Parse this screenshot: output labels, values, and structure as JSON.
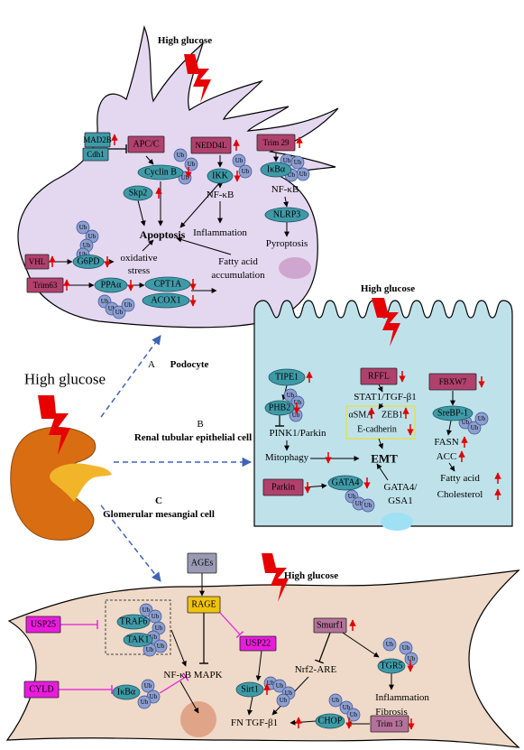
{
  "hg": "High glucose",
  "big_hg": "High glucose",
  "sections": {
    "a": {
      "letter": "A",
      "name": "Podocyte"
    },
    "b": {
      "letter": "B",
      "name": "Renal tubular epithelial cell"
    },
    "c": {
      "letter": "C",
      "name": "Glomerular mesangial cell"
    }
  },
  "ub": "Ub",
  "podocyte": {
    "mad2b": "MAD2B",
    "cdh1": "Cdh1",
    "apcc": "APC/C",
    "cyclinb": "Cyclin B",
    "skp2": "Skp2",
    "nedd4l": "NEDD4L",
    "ikk": "IKK",
    "nfkb": "NF-κB",
    "inflammation": "Inflammation",
    "trim29": "Trim 29",
    "ikba": "IκBα",
    "nfkb2": "NF-κB",
    "nlrp3": "NLRP3",
    "pyroptosis": "Pyroptosis",
    "apoptosis": "Apoptosis",
    "vhl": "VHL",
    "g6pd": "G6PD",
    "oxidative": "oxidative",
    "stress": "stress",
    "fatty": "Fatty acid",
    "accumulation": "accumulation",
    "trim63": "Trim63",
    "ppaa": "PPAα",
    "cpt1a": "CPT1A",
    "acox1": "ACOX1"
  },
  "tubular": {
    "tipe1": "TIPE1",
    "phb2": "PHB2",
    "pink1": "PINK1/Parkin",
    "mitophagy": "Mitophagy",
    "rffl": "RFFL",
    "stat1": "STAT1/TGF-β1",
    "asma": "αSMA",
    "zeb1": "ZEB1",
    "ecad": "E-cadherin",
    "emt": "EMT",
    "fbxw7": "FBXW7",
    "srebp": "SreBP-1",
    "fasn": "FASN",
    "acc": "ACC",
    "fattyacid": "Fatty acid",
    "cholesterol": "Cholesterol",
    "parkin": "Parkin",
    "gata4": "GATA4",
    "gata4gsa1_1": "GATA4/",
    "gata4gsa1_2": "GSA1"
  },
  "mesangial": {
    "ages": "AGEs",
    "rage": "RAGE",
    "usp25": "USP25",
    "traf6": "TRAF6",
    "tak1": "TAK1",
    "usp22": "USP22",
    "nfkbmapk": "NF-κB MAPK",
    "cyld": "CYLD",
    "ikba": "IκBα",
    "sirt1": "Sirt1",
    "smurf1": "Smurf1",
    "nrf2": "Nrf2-ARE",
    "tgr5": "TGR5",
    "inflammation": "Inflammation",
    "fibrosis": "Fibrosis",
    "fn": "FN TGF-β1",
    "chop": "CHOP",
    "trim13": "Trim 13"
  },
  "colors": {
    "podocyte_fill": "#e4d8f0",
    "tubular_fill": "#bfe2ea",
    "mesangial_fill": "#efd9c8",
    "kidney": "#d86d12",
    "ligase": "#b0416c",
    "substrate": "#3f9aa8",
    "ub": "#8c9fd0",
    "dub": "#e81cdd",
    "ages": "#9a9ab4",
    "rage": "#f0c30e",
    "arrow_up": "#e00000"
  }
}
